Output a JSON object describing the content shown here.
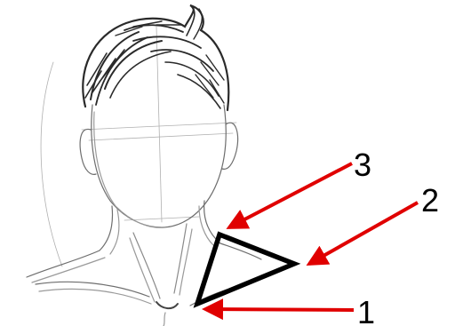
{
  "labels": {
    "one": "1",
    "two": "2",
    "three": "3"
  },
  "colors": {
    "arrow": "#e00000",
    "triangle": "#000000",
    "sketch": "#6e6e6e",
    "hair": "#2a2a2a",
    "background": "#ffffff"
  }
}
